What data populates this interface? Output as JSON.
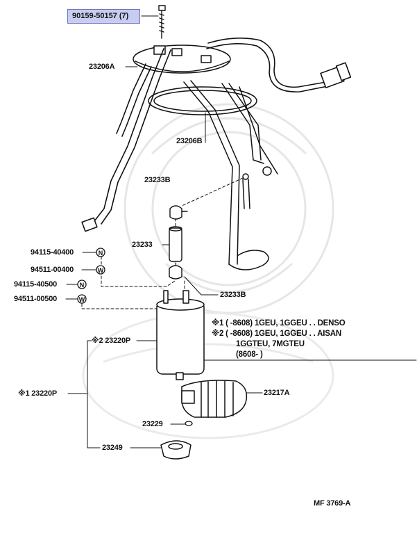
{
  "highlighted_part": {
    "label": "90159-50157 (7)"
  },
  "parts": [
    {
      "id": "p1",
      "label": "23206A"
    },
    {
      "id": "p2",
      "label": "23206B"
    },
    {
      "id": "p3",
      "label": "23233B"
    },
    {
      "id": "p4",
      "label": "23233"
    },
    {
      "id": "p5",
      "label": "94115-40400"
    },
    {
      "id": "p6",
      "label": "94511-00400"
    },
    {
      "id": "p7",
      "label": "94115-40500"
    },
    {
      "id": "p8",
      "label": "94511-00500"
    },
    {
      "id": "p9",
      "label": "23233B"
    },
    {
      "id": "p10",
      "label": "※2 23220P"
    },
    {
      "id": "p11",
      "label": "※1 23220P"
    },
    {
      "id": "p12",
      "label": "23217A"
    },
    {
      "id": "p13",
      "label": "23229"
    },
    {
      "id": "p14",
      "label": "23249"
    }
  ],
  "washer_marks": {
    "n": "N",
    "w": "W"
  },
  "notes": {
    "line1": "※1  (         -8608) 1GEU, 1GGEU . . DENSO",
    "line2": "※2  (         -8608) 1GEU, 1GGEU . . AISAN",
    "line3": "1GGTEU, 7MGTEU",
    "line4": "(8608-           )"
  },
  "figure_code": "MF 3769-A"
}
